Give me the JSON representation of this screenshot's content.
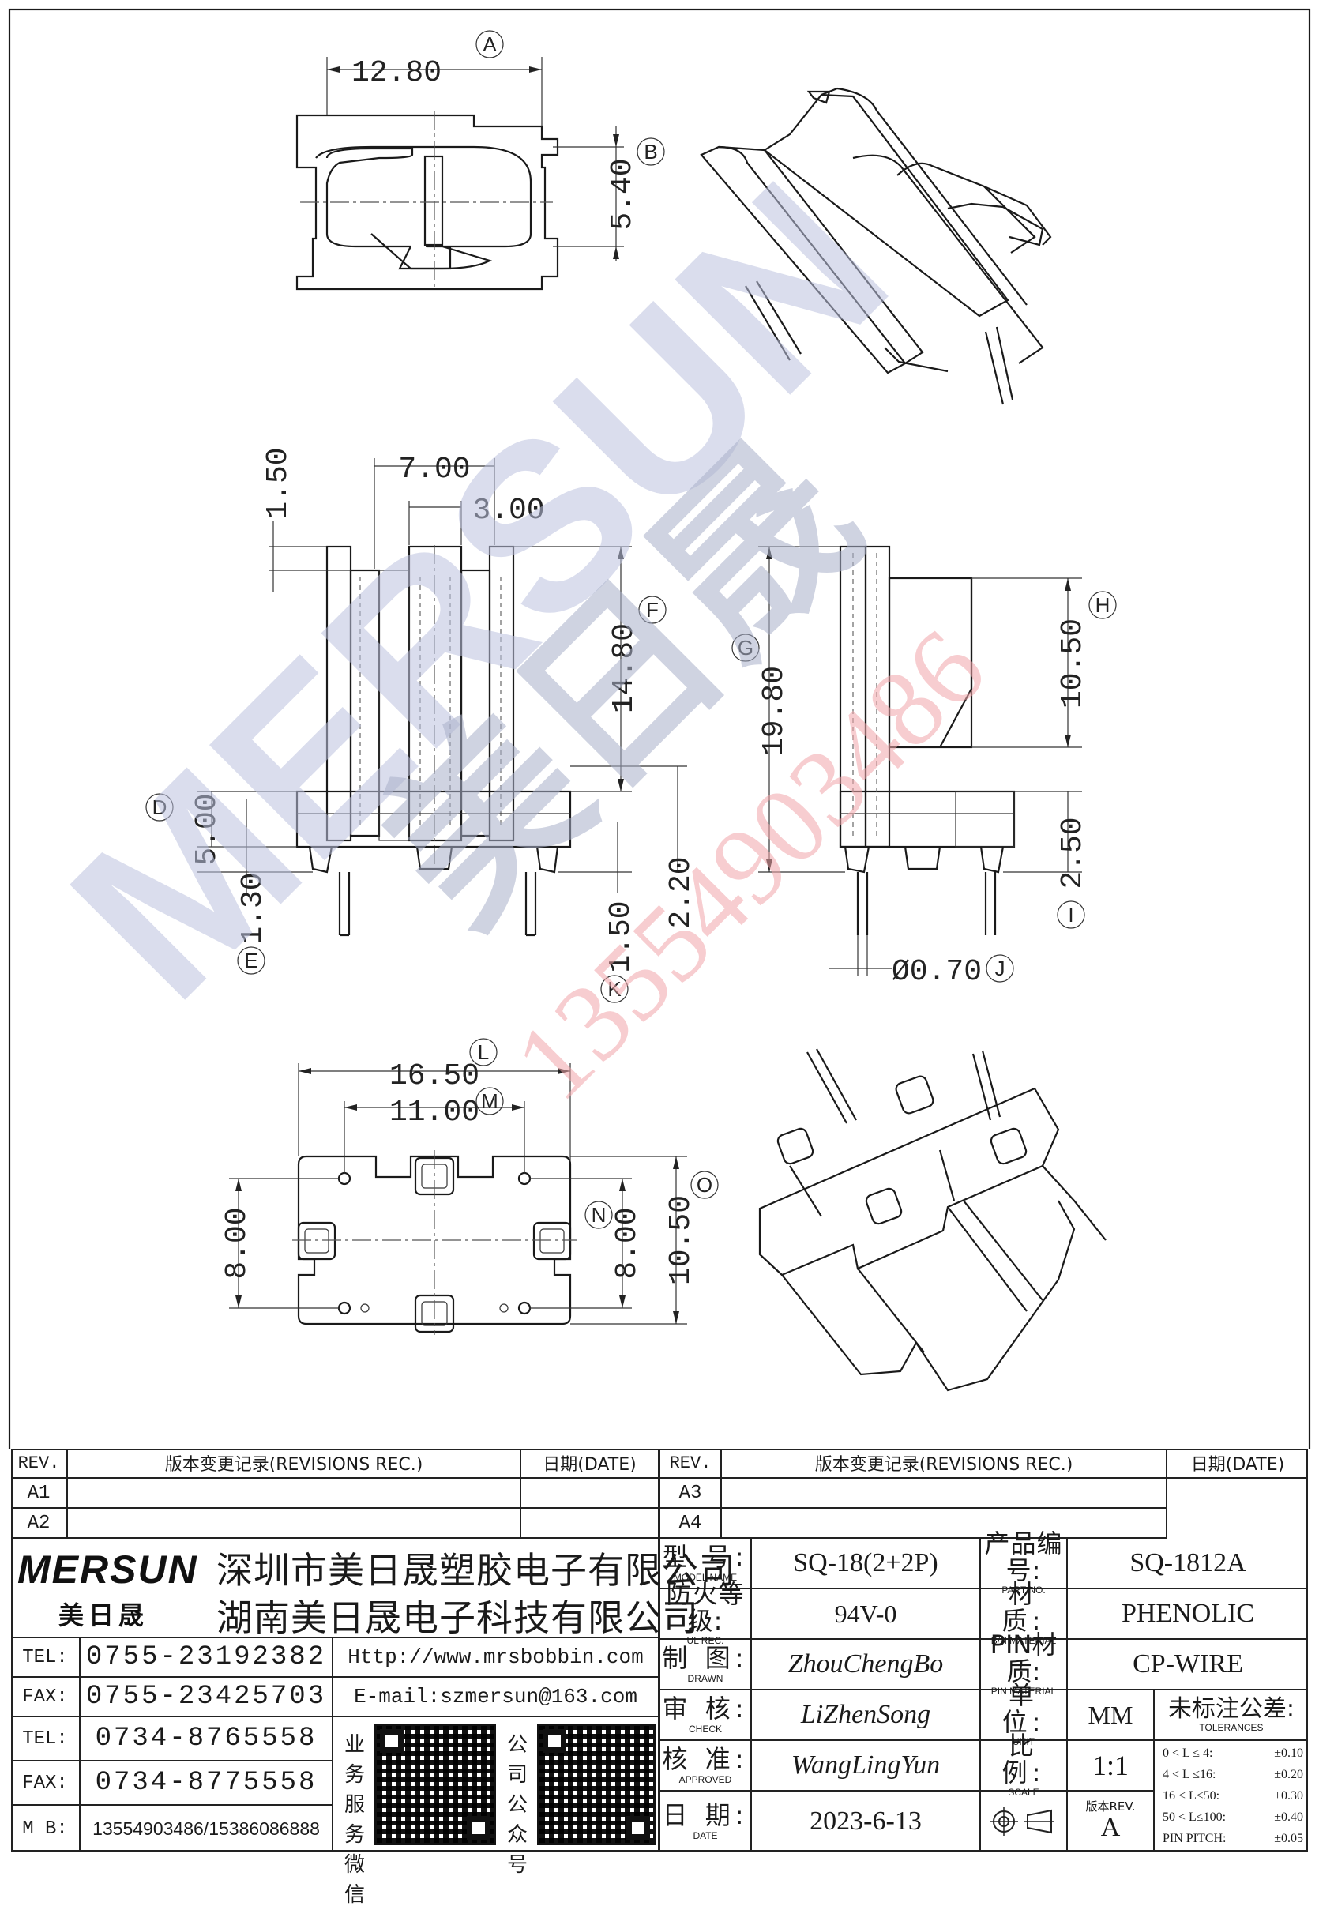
{
  "dimensions": {
    "top_width": "12.80",
    "top_height": "5.40",
    "front_span": "7.00",
    "front_slot": "3.00",
    "front_flange_top": "1.50",
    "front_winding_height": "14.80",
    "front_base": "5.00",
    "front_pin_offset": "1.30",
    "front_pin_stub": "1.50",
    "front_base_depth": "2.20",
    "side_total": "19.80",
    "side_upper": "10.50",
    "side_lower": "2.50",
    "pin_diameter": "Ø0.70",
    "bottom_width": "16.50",
    "bottom_pin_span": "11.00",
    "bottom_left_height": "8.00",
    "bottom_right_height": "8.00",
    "bottom_total_height": "10.50"
  },
  "markers": {
    "A": "A",
    "B": "B",
    "D": "D",
    "E": "E",
    "F": "F",
    "G": "G",
    "H": "H",
    "I": "I",
    "J": "J",
    "K": "K",
    "L": "L",
    "M": "M",
    "N": "N",
    "O": "O"
  },
  "watermark": {
    "brand": "MERSUN",
    "cn": "美日晟",
    "phone": "13554903486"
  },
  "revisions_left": {
    "col_rev": "REV.",
    "col_rec": "版本变更记录(REVISIONS REC.)",
    "col_date": "日期(DATE)",
    "rows": [
      "A1",
      "A2"
    ]
  },
  "revisions_right": {
    "col_rev": "REV.",
    "col_rec": "版本变更记录(REVISIONS REC.)",
    "col_date": "日期(DATE)",
    "rows": [
      "A3",
      "A4"
    ]
  },
  "company": {
    "logo": "MERSUN",
    "logo_cn": "美日晟",
    "name1": "深圳市美日晟塑胶电子有限公司",
    "name2": "湖南美日晟电子科技有限公司"
  },
  "contacts": [
    {
      "label": "TEL:",
      "value": "0755-23192382"
    },
    {
      "label": "FAX:",
      "value": "0755-23425703"
    },
    {
      "label": "TEL:",
      "value": "0734-8765558"
    },
    {
      "label": "FAX:",
      "value": "0734-8775558"
    },
    {
      "label": "M B:",
      "value": "13554903486/15386086888"
    }
  ],
  "web": "Http://www.mrsbobbin.com",
  "email": "E-mail:szmersun@163.com",
  "qr_labels": {
    "business": [
      "业务",
      "服务",
      "微信"
    ],
    "public": [
      "公司",
      "公众",
      "号"
    ]
  },
  "specs": {
    "model_label": "型 号:",
    "model_sub": "MODEL NAME",
    "model_value": "SQ-18(2+2P)",
    "part_label": "产品编号:",
    "part_sub": "PART NO:",
    "part_value": "SQ-1812A",
    "ul_label": "防火等级:",
    "ul_sub": "UL REC.",
    "ul_value": "94V-0",
    "material_label": "材 质:",
    "material_sub": "B/N MATERIAL",
    "material_value": "PHENOLIC",
    "drawn_label": "制 图:",
    "drawn_sub": "DRAWN",
    "drawn_value": "ZhouChengBo",
    "pin_label": "PIN材质:",
    "pin_sub": "PIN MATERIAL",
    "pin_value": "CP-WIRE",
    "check_label": "审 核:",
    "check_sub": "CHECK",
    "check_value": "LiZhenSong",
    "unit_label": "单 位:",
    "unit_sub": "UNIT",
    "unit_value": "MM",
    "approved_label": "核 准:",
    "approved_sub": "APPROVED",
    "approved_value": "WangLingYun",
    "scale_label": "比 例:",
    "scale_sub": "SCALE",
    "scale_value": "1:1",
    "date_label": "日 期:",
    "date_sub": "DATE",
    "date_value": "2023-6-13",
    "rev_label": "版本REV.",
    "rev_value": "A",
    "tol_title": "未标注公差:",
    "tol_sub": "TOLERANCES",
    "tolerances": [
      {
        "range": "0 < L ≤ 4:",
        "value": "±0.10"
      },
      {
        "range": "4 < L ≤16:",
        "value": "±0.20"
      },
      {
        "range": "16 < L≤50:",
        "value": "±0.30"
      },
      {
        "range": "50 < L≤100:",
        "value": "±0.40"
      },
      {
        "range": "PIN PITCH:",
        "value": "±0.05"
      }
    ]
  }
}
